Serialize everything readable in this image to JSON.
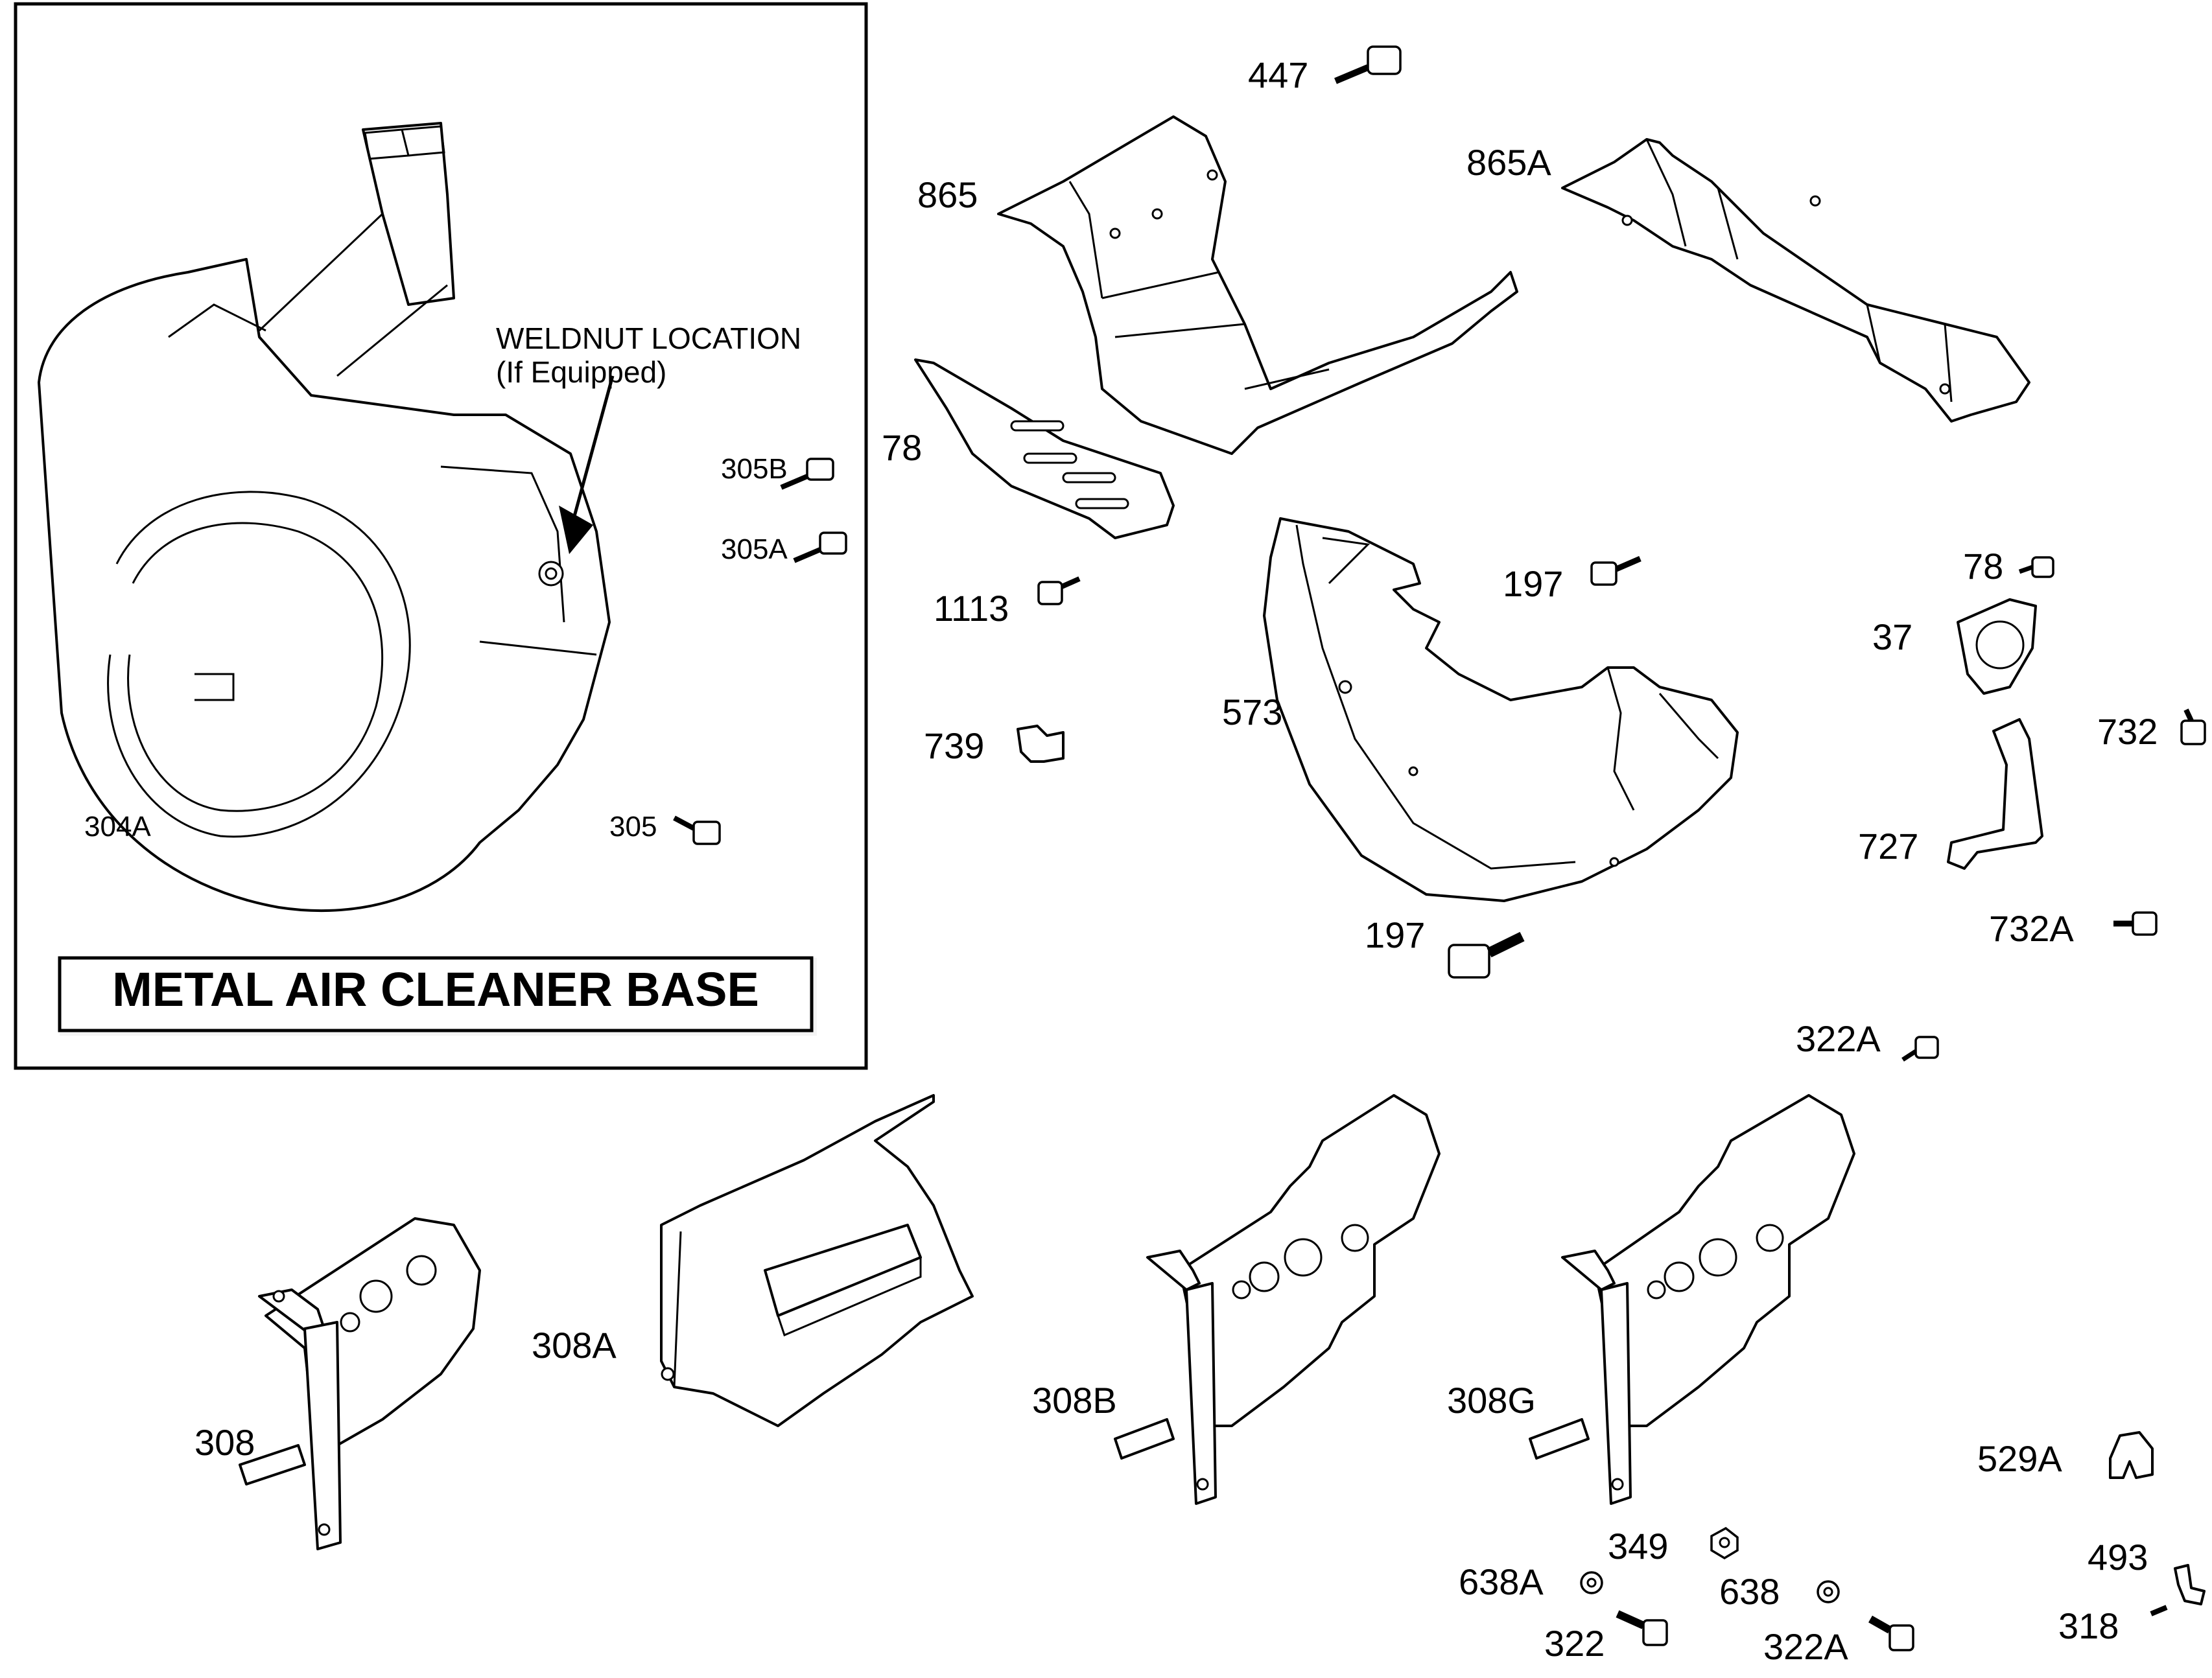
{
  "inset": {
    "weldnut_line1": "WELDNUT LOCATION",
    "weldnut_line2": "(If Equipped)",
    "banner": "METAL AIR CLEANER BASE",
    "labels": {
      "p304A": "304A",
      "p305": "305",
      "p305A": "305A",
      "p305B": "305B"
    }
  },
  "labels": {
    "p447": "447",
    "p865": "865",
    "p865A": "865A",
    "p78a": "78",
    "p1113": "1113",
    "p739": "739",
    "p573": "573",
    "p197a": "197",
    "p197b": "197",
    "p78b": "78",
    "p37": "37",
    "p732": "732",
    "p727": "727",
    "p732A": "732A",
    "p322A_top": "322A",
    "p308": "308",
    "p308A": "308A",
    "p308B": "308B",
    "p308G": "308G",
    "p529A": "529A",
    "p349": "349",
    "p638A": "638A",
    "p638": "638",
    "p322": "322",
    "p322A_bot": "322A",
    "p493": "493",
    "p318": "318"
  }
}
